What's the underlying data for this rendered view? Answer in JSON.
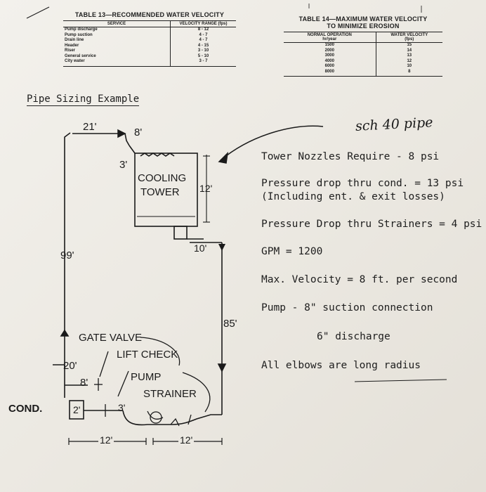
{
  "table13": {
    "title": "TABLE 13—RECOMMENDED WATER VELOCITY",
    "headers": [
      "SERVICE",
      "VELOCITY RANGE (fps)"
    ],
    "rows": [
      [
        "Pump discharge",
        "8 - 12"
      ],
      [
        "Pump suction",
        "4 - 7"
      ],
      [
        "Drain line",
        "4 - 7"
      ],
      [
        "Header",
        "4 - 15"
      ],
      [
        "Riser",
        "3 - 10"
      ],
      [
        "General service",
        "5 - 10"
      ],
      [
        "City water",
        "3 - 7"
      ]
    ]
  },
  "table14": {
    "title_line1": "TABLE 14—MAXIMUM WATER VELOCITY",
    "title_line2": "TO MINIMIZE EROSION",
    "headers": [
      "NORMAL OPERATION",
      "WATER VELOCITY"
    ],
    "subheaders": [
      "hr/year",
      "(fps)"
    ],
    "rows": [
      [
        "1500",
        "15"
      ],
      [
        "2000",
        "14"
      ],
      [
        "3000",
        "13"
      ],
      [
        "4000",
        "12"
      ],
      [
        "6000",
        "10"
      ],
      [
        "8000",
        "8"
      ]
    ]
  },
  "heading": "Pipe Sizing Example",
  "notes": {
    "sch40": "sch 40 pipe",
    "nozzles": "Tower Nozzles Require - 8 psi",
    "pdrop_cond": "Pressure drop thru cond. = 13 psi",
    "pdrop_cond_sub": "(Including ent. & exit losses)",
    "strainers": "Pressure Drop thru Strainers = 4 psi",
    "gpm": "GPM = 1200",
    "maxvel": "Max. Velocity = 8 ft. per second",
    "pump1": "Pump - 8\" suction connection",
    "pump2": "6\" discharge",
    "elbows": "All elbows are long radius"
  },
  "diagram": {
    "cooling": "COOLING",
    "tower": "TOWER",
    "gate_valve": "GATE VALVE",
    "lift_check": "LIFT CHECK",
    "pump": "PUMP",
    "strainer": "STRAINER",
    "cond": "COND.",
    "dims": {
      "d21": "21'",
      "d8top": "8'",
      "d3top": "3'",
      "d12": "12'",
      "d99": "99'",
      "d10": "10'",
      "d85": "85'",
      "d20": "20'",
      "d8": "8'",
      "d2": "2'",
      "d3": "3'",
      "d12a": "12'",
      "d12b": "12'"
    }
  }
}
